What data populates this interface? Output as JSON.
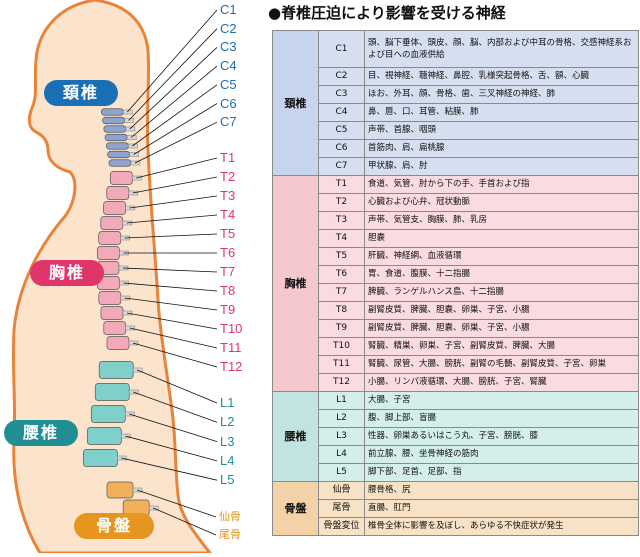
{
  "title": "●脊椎圧迫により影響を受ける神経",
  "regions": {
    "cervical": "頚椎",
    "thoracic": "胸椎",
    "lumbar": "腰椎",
    "pelvis": "骨盤"
  },
  "diagram_labels": {
    "cervical": [
      "C1",
      "C2",
      "C3",
      "C4",
      "C5",
      "C6",
      "C7"
    ],
    "thoracic": [
      "T1",
      "T2",
      "T3",
      "T4",
      "T5",
      "T6",
      "T7",
      "T8",
      "T9",
      "T10",
      "T11",
      "T12"
    ],
    "lumbar": [
      "L1",
      "L2",
      "L3",
      "L4",
      "L5"
    ],
    "sacral": [
      "仙骨",
      "尾骨"
    ]
  },
  "colors": {
    "cervical": "#1a6fb5",
    "thoracic": "#e0356a",
    "lumbar": "#1f8f94",
    "sacral": "#e6951f",
    "skin": "#fbe3cc",
    "outline": "#e8843a"
  },
  "table": {
    "cervical": [
      {
        "code": "C1",
        "desc": "頭、脳下垂体、頭皮、顔、脳、内部および中耳の骨格、交感神経系および目への血液供給"
      },
      {
        "code": "C2",
        "desc": "目、視神経、聴神経、鼻腔、乳様突起骨格、舌、額、心臓"
      },
      {
        "code": "C3",
        "desc": "ほお、外耳、顔、骨格、歯、三叉神経の神経、肺"
      },
      {
        "code": "C4",
        "desc": "鼻、唇、口、耳管、粘膜、肺"
      },
      {
        "code": "C5",
        "desc": "声帯、首腺、咽頭"
      },
      {
        "code": "C6",
        "desc": "首筋肉、肩、扁桃腺"
      },
      {
        "code": "C7",
        "desc": "甲状腺、肩、肘"
      }
    ],
    "thoracic": [
      {
        "code": "T1",
        "desc": "食道、気管、肘から下の手、手首および指"
      },
      {
        "code": "T2",
        "desc": "心臓および心弁、冠状動脈"
      },
      {
        "code": "T3",
        "desc": "声帯、気管支、胸膜、肺、乳房"
      },
      {
        "code": "T4",
        "desc": "胆嚢"
      },
      {
        "code": "T5",
        "desc": "肝臓、神経網、血液循環"
      },
      {
        "code": "T6",
        "desc": "胃、食道、腹膜、十二指腸"
      },
      {
        "code": "T7",
        "desc": "脾臓、ランゲルハンス島、十二指腸"
      },
      {
        "code": "T8",
        "desc": "副腎皮質、脾臓、胆嚢、卵巣、子宮、小腸"
      },
      {
        "code": "T9",
        "desc": "副腎皮質、脾臓、胆嚢、卵巣、子宮、小腸"
      },
      {
        "code": "T10",
        "desc": "腎臓、精巣、卵巣、子宮、副腎皮質、脾臓、大腸"
      },
      {
        "code": "T11",
        "desc": "腎臓、尿管、大腸、膀胱、副腎の毛髄、副腎皮質、子宮、卵巣"
      },
      {
        "code": "T12",
        "desc": "小腸、リンパ液循環、大腸、膀胱、子宮、腎臓"
      }
    ],
    "lumbar": [
      {
        "code": "L1",
        "desc": "大腸、子宮"
      },
      {
        "code": "L2",
        "desc": "腹、脚上部、盲腸"
      },
      {
        "code": "L3",
        "desc": "性器、卵巣あるいはこう丸、子宮、膀胱、膝"
      },
      {
        "code": "L4",
        "desc": "前立腺、腰、坐骨神経の筋肉"
      },
      {
        "code": "L5",
        "desc": "脚下部、足首、足部、指"
      }
    ],
    "pelvis": [
      {
        "code": "仙骨",
        "desc": "腰骨格、尻"
      },
      {
        "code": "尾骨",
        "desc": "直腸、肛門"
      },
      {
        "code": "骨盤変位",
        "desc": "椎骨全体に影響を及ぼし、あらゆる不快症状が発生"
      }
    ]
  }
}
